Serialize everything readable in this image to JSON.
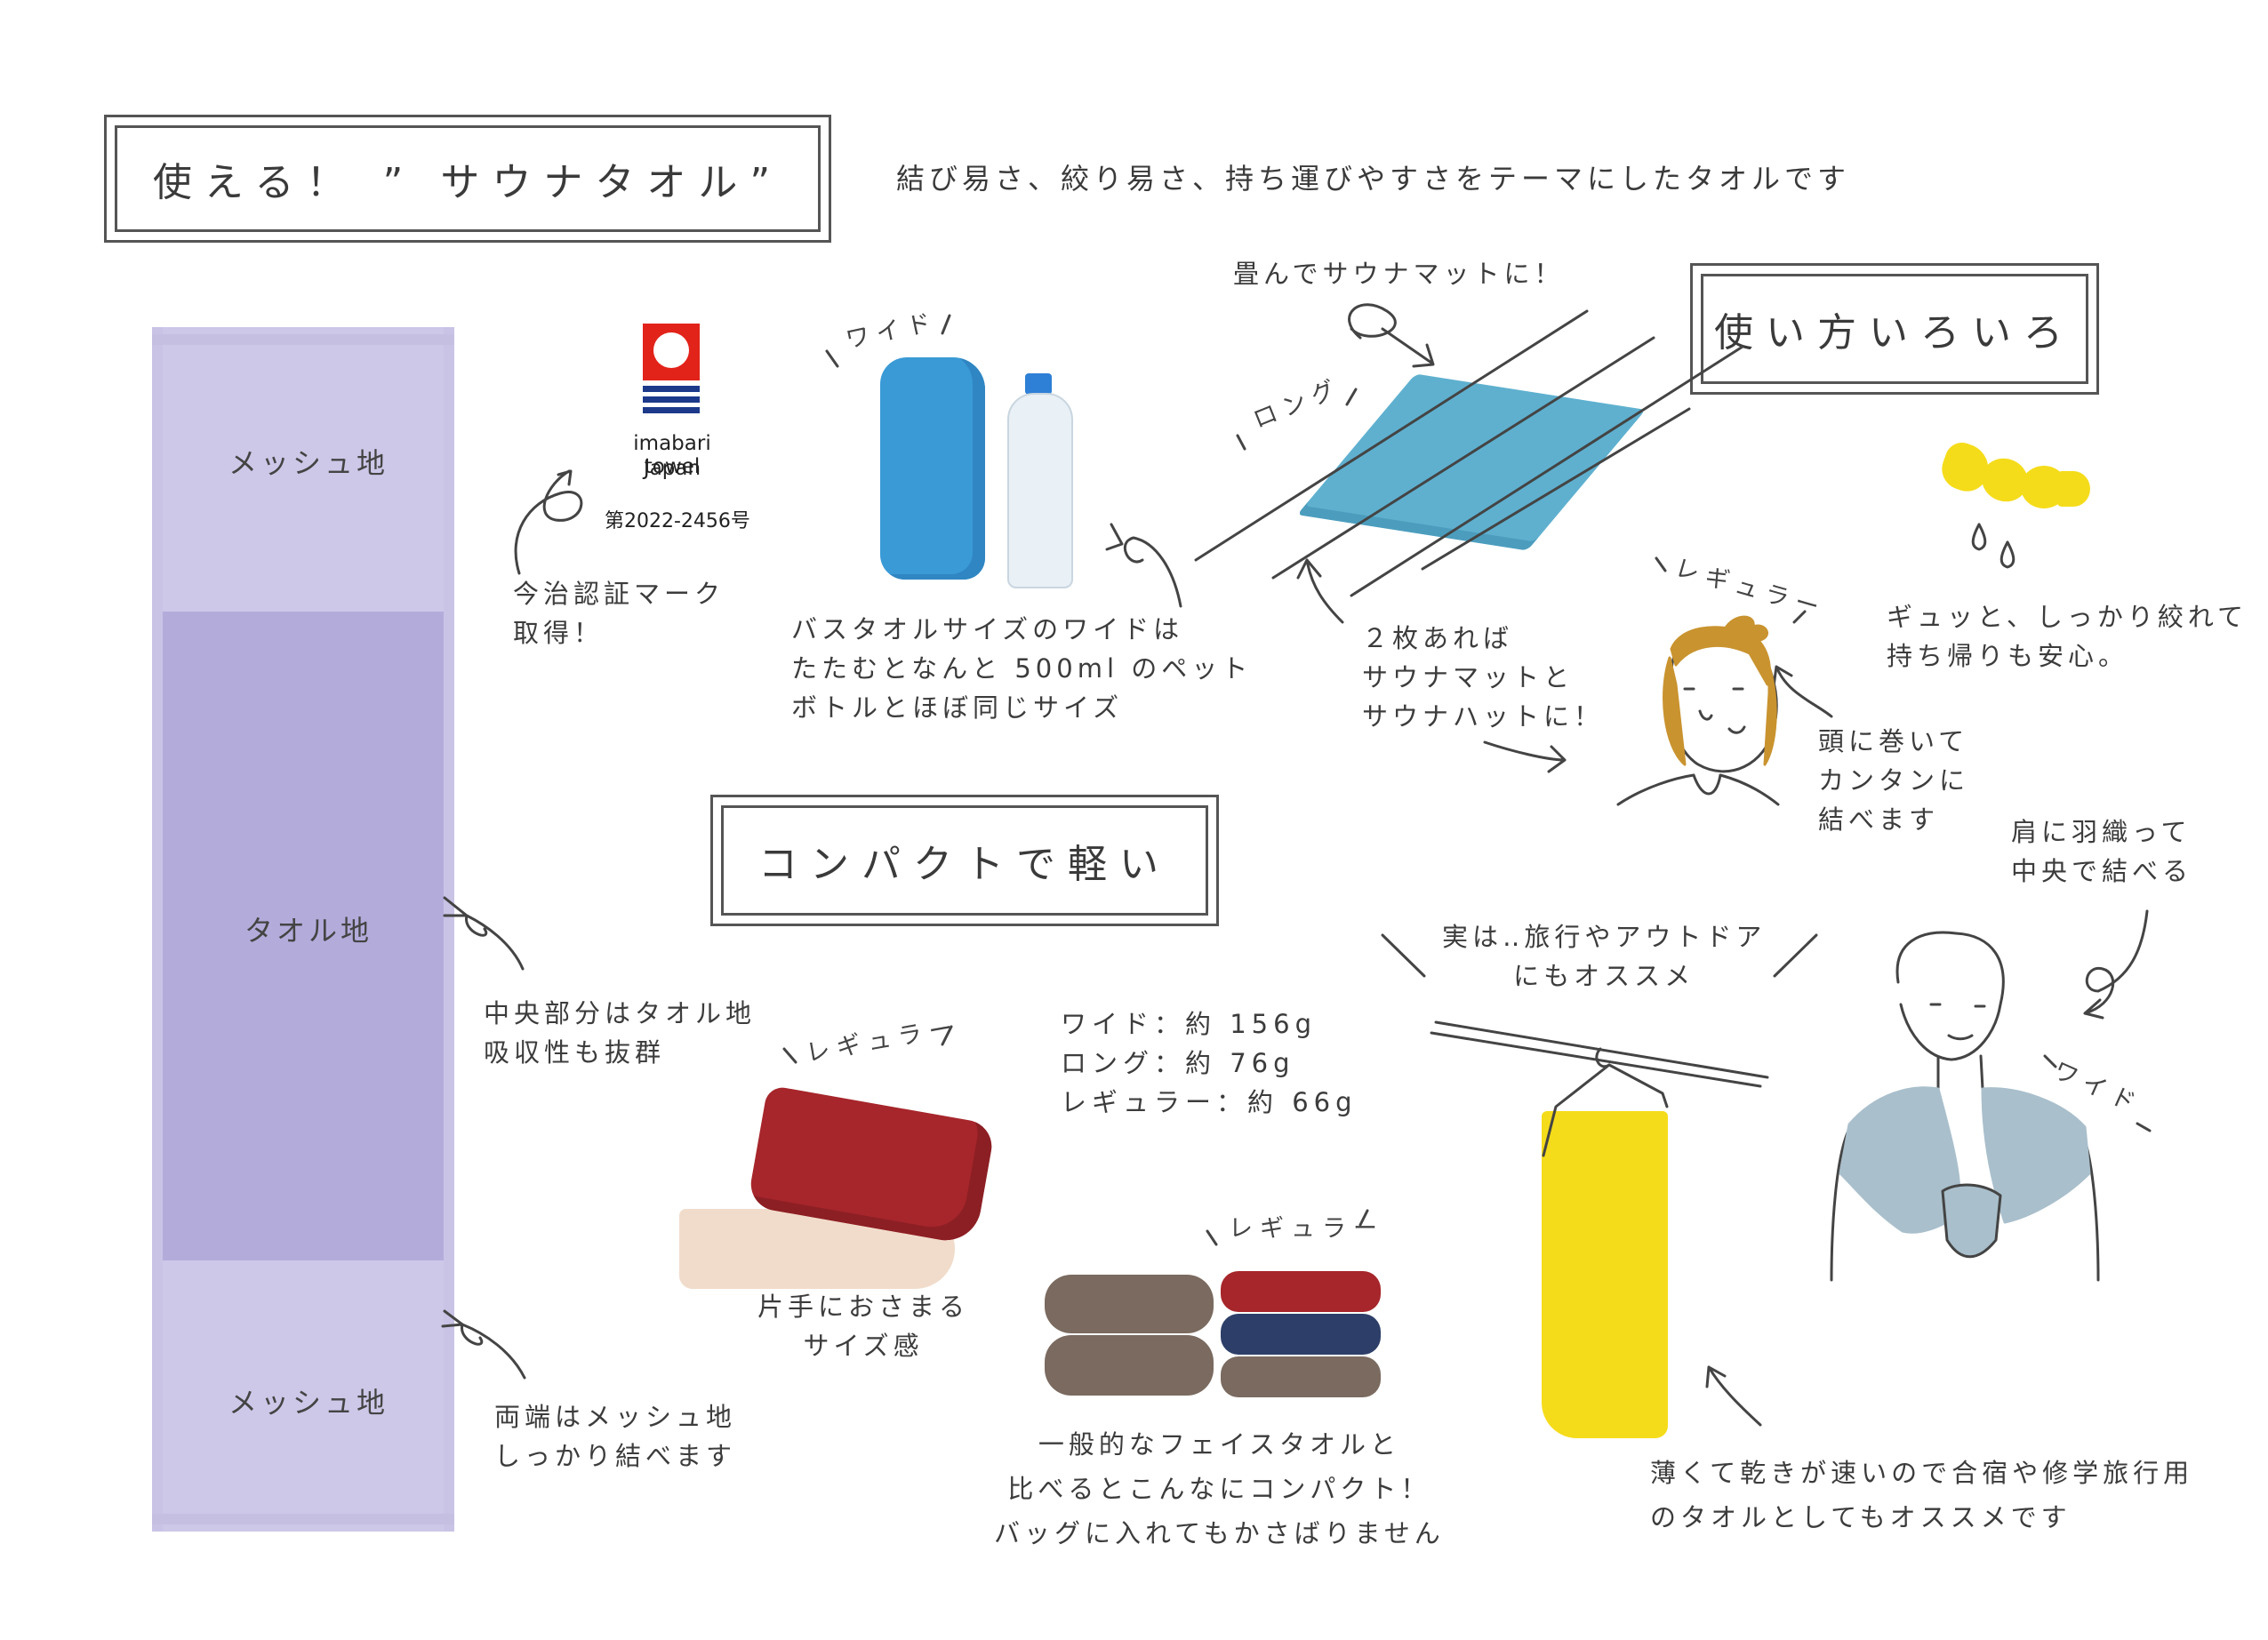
{
  "title_box": {
    "title": "使える！ ” サウナタオル”"
  },
  "tagline": "結び易さ、絞り易さ、持ち運びやすさをテーマにしたタオルです",
  "towel": {
    "top_label": "メッシュ地",
    "middle_label": "タオル地",
    "bottom_label": "メッシュ地",
    "color": "#b6b0dc"
  },
  "imabari": {
    "logo_line1": "imabari towel",
    "logo_line2": "Japan",
    "reg_number": "第2022-2456号",
    "note": "今治認証マーク\n取得！"
  },
  "notes": {
    "center_part": "中央部分はタオル地\n吸収性も抜群",
    "both_ends": "両端はメッシュ地\nしっかり結べます"
  },
  "wide_section": {
    "badge": "ワイド",
    "caption": "バスタオルサイズのワイドは\nたたむとなんと 500ml のペット\nボトルとほぼ同じサイズ"
  },
  "long_section": {
    "fold_text": "畳んでサウナマットに！",
    "badge": "ロング",
    "caption": "２枚あれば\nサウナマットと\nサウナハットに！"
  },
  "usage_box": {
    "title": "使い方いろいろ"
  },
  "squeeze": {
    "caption": "ギュッと、しっかり絞れて\n持ち帰りも安心。"
  },
  "head": {
    "badge": "レギュラー",
    "caption": "頭に巻いて\nカンタンに\n結べます"
  },
  "compact_box": {
    "title": "コンパクトで軽い"
  },
  "weights": {
    "text": "ワイド：約 156g\nロング：約 76g\nレギュラー：約 66g"
  },
  "hand": {
    "badge": "レギュラー",
    "caption": "片手におさまる\nサイズ感"
  },
  "stack": {
    "badge": "レギュラー",
    "caption": "一般的なフェイスタオルと\n比べるとこんなにコンパクト！\nバッグに入れてもかさばりません"
  },
  "travel": {
    "heading": "実は‥旅行やアウトドア\nにもオススメ",
    "caption": "薄くて乾きが速いので合宿や修学旅行用\nのタオルとしてもオススメです"
  },
  "shoulder": {
    "text": "肩に羽織って\n中央で結べる",
    "badge": "ワイド"
  },
  "colors": {
    "wide_towel": "#3a9ad6",
    "long_towel": "#5fb0cf",
    "regular_red": "#a6262b",
    "brown": "#7a6a5f",
    "navy": "#2d3f68",
    "yellow": "#f5dc1a",
    "headband": "#c9932f",
    "shawl": "#a9bfcc",
    "logo_red": "#e2231a",
    "logo_blue": "#1d3a8a"
  }
}
